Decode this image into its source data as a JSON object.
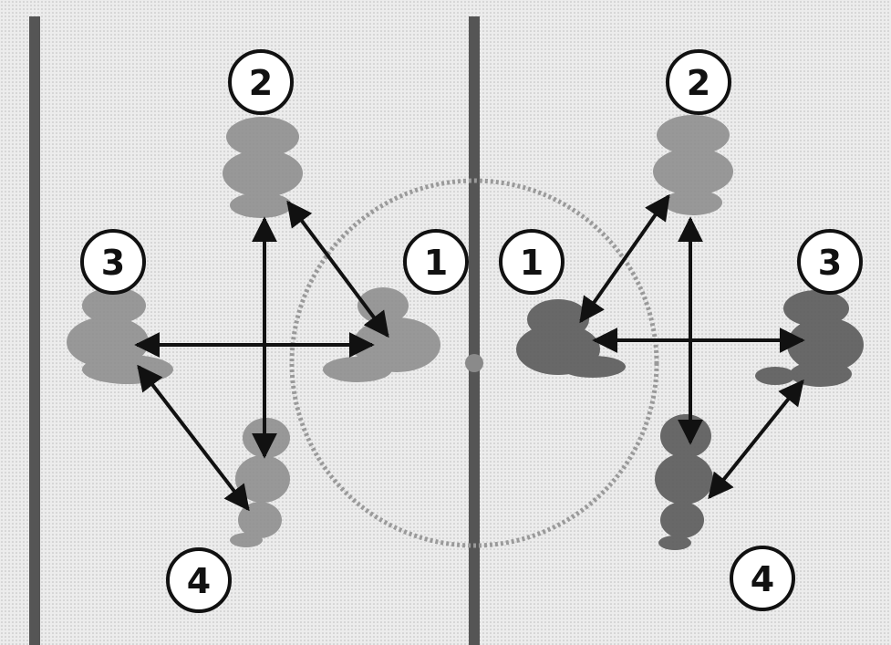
{
  "diagram": {
    "background_color": "#ececec",
    "line_color": "#555555",
    "player_color_light": "#8a8a8a",
    "player_color_dark": "#5a5a5a",
    "arrow_color": "#111111",
    "left_formation": {
      "players": [
        {
          "number": "1",
          "shade": "light"
        },
        {
          "number": "2",
          "shade": "light"
        },
        {
          "number": "3",
          "shade": "light"
        },
        {
          "number": "4",
          "shade": "light"
        }
      ]
    },
    "right_formation": {
      "players": [
        {
          "number": "1",
          "shade": "dark"
        },
        {
          "number": "2",
          "shade": "light"
        },
        {
          "number": "3",
          "shade": "dark"
        },
        {
          "number": "4",
          "shade": "dark"
        }
      ]
    }
  }
}
